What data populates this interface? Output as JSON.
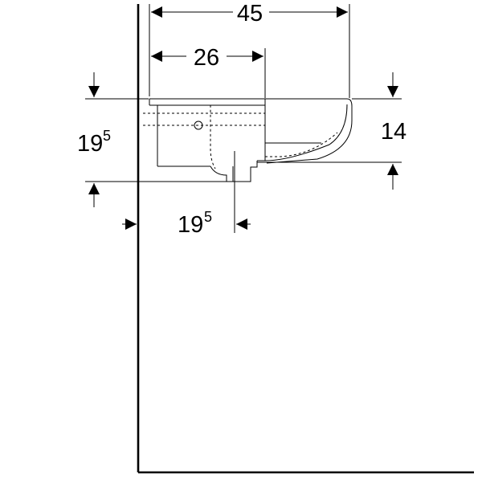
{
  "dimensions": {
    "overall_width": "45",
    "bowl_width": "26",
    "left_height_main": "19",
    "left_height_sup": "5",
    "right_height": "14",
    "drain_offset_main": "19",
    "drain_offset_sup": "5"
  }
}
